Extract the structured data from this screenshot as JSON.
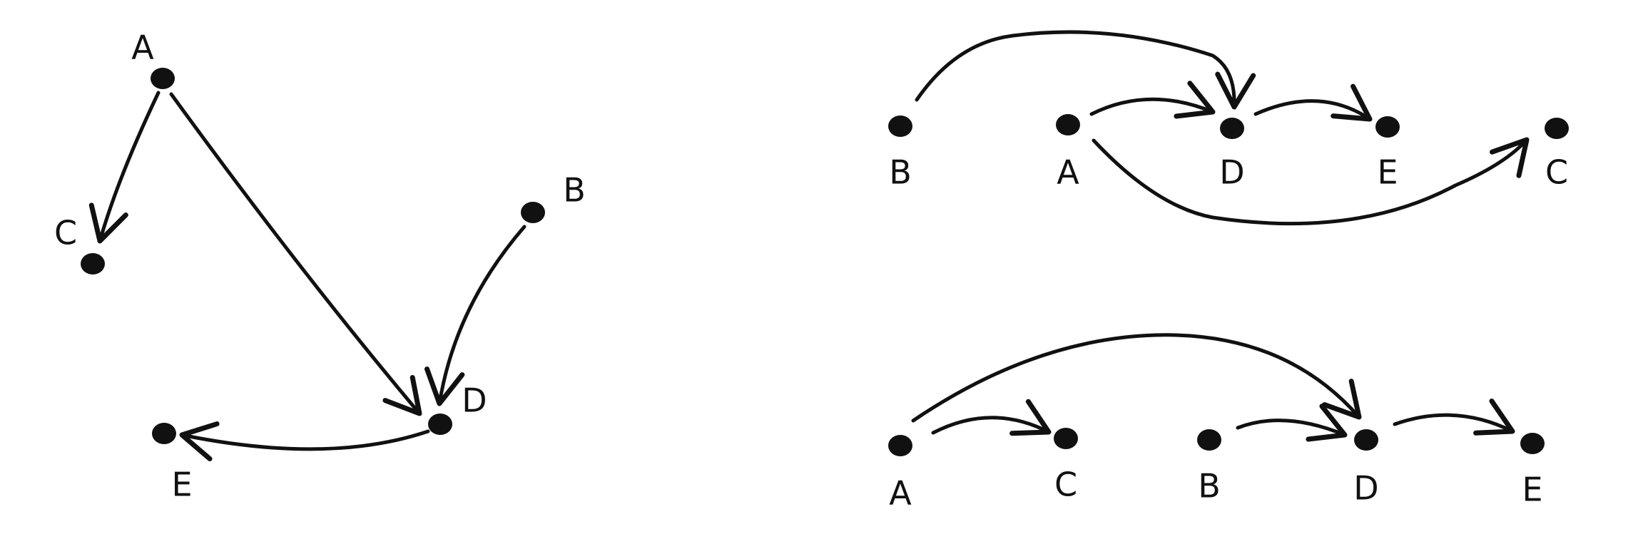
{
  "ink_color": "#111111",
  "background": "#ffffff",
  "panels": [
    {
      "id": "graph",
      "nodes": [
        {
          "id": "A",
          "label": "A"
        },
        {
          "id": "B",
          "label": "B"
        },
        {
          "id": "C",
          "label": "C"
        },
        {
          "id": "D",
          "label": "D"
        },
        {
          "id": "E",
          "label": "E"
        }
      ],
      "edges": [
        {
          "from": "A",
          "to": "C"
        },
        {
          "from": "A",
          "to": "D"
        },
        {
          "from": "B",
          "to": "D"
        },
        {
          "from": "D",
          "to": "E"
        }
      ]
    },
    {
      "id": "ordering-1",
      "order": [
        "B",
        "A",
        "D",
        "E",
        "C"
      ],
      "nodes": [
        {
          "id": "B",
          "label": "B"
        },
        {
          "id": "A",
          "label": "A"
        },
        {
          "id": "D",
          "label": "D"
        },
        {
          "id": "E",
          "label": "E"
        },
        {
          "id": "C",
          "label": "C"
        }
      ],
      "edges": [
        {
          "from": "B",
          "to": "D"
        },
        {
          "from": "A",
          "to": "D"
        },
        {
          "from": "D",
          "to": "E"
        },
        {
          "from": "A",
          "to": "C"
        }
      ]
    },
    {
      "id": "ordering-2",
      "order": [
        "A",
        "C",
        "B",
        "D",
        "E"
      ],
      "nodes": [
        {
          "id": "A",
          "label": "A"
        },
        {
          "id": "C",
          "label": "C"
        },
        {
          "id": "B",
          "label": "B"
        },
        {
          "id": "D",
          "label": "D"
        },
        {
          "id": "E",
          "label": "E"
        }
      ],
      "edges": [
        {
          "from": "A",
          "to": "C"
        },
        {
          "from": "A",
          "to": "D"
        },
        {
          "from": "B",
          "to": "D"
        },
        {
          "from": "D",
          "to": "E"
        }
      ]
    }
  ]
}
